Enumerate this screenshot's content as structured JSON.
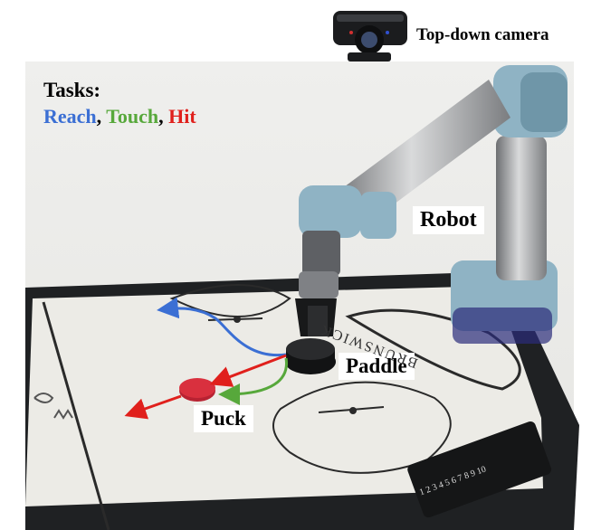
{
  "labels": {
    "camera": "Top-down camera",
    "tasks_title": "Tasks:",
    "task_reach": "Reach",
    "task_touch": "Touch",
    "task_hit": "Hit",
    "sep1": ",",
    "sep2": ",",
    "robot": "Robot",
    "paddle": "Paddle",
    "puck": "Puck",
    "table_brand": "BRUNSWICK",
    "score_ticks": "1 2 3 4 5 6 7 8 9 10"
  },
  "colors": {
    "reach": "#3b6fd4",
    "touch": "#57a83b",
    "hit": "#e0201c",
    "puck": "#d9303e",
    "robot_joint": "#8fb3c4",
    "table_surface": "#ecebe6",
    "table_frame": "#202224"
  },
  "icons": {
    "camera": "camera-icon",
    "robot": "robot-arm-icon",
    "paddle": "paddle-icon",
    "puck": "puck-icon"
  }
}
